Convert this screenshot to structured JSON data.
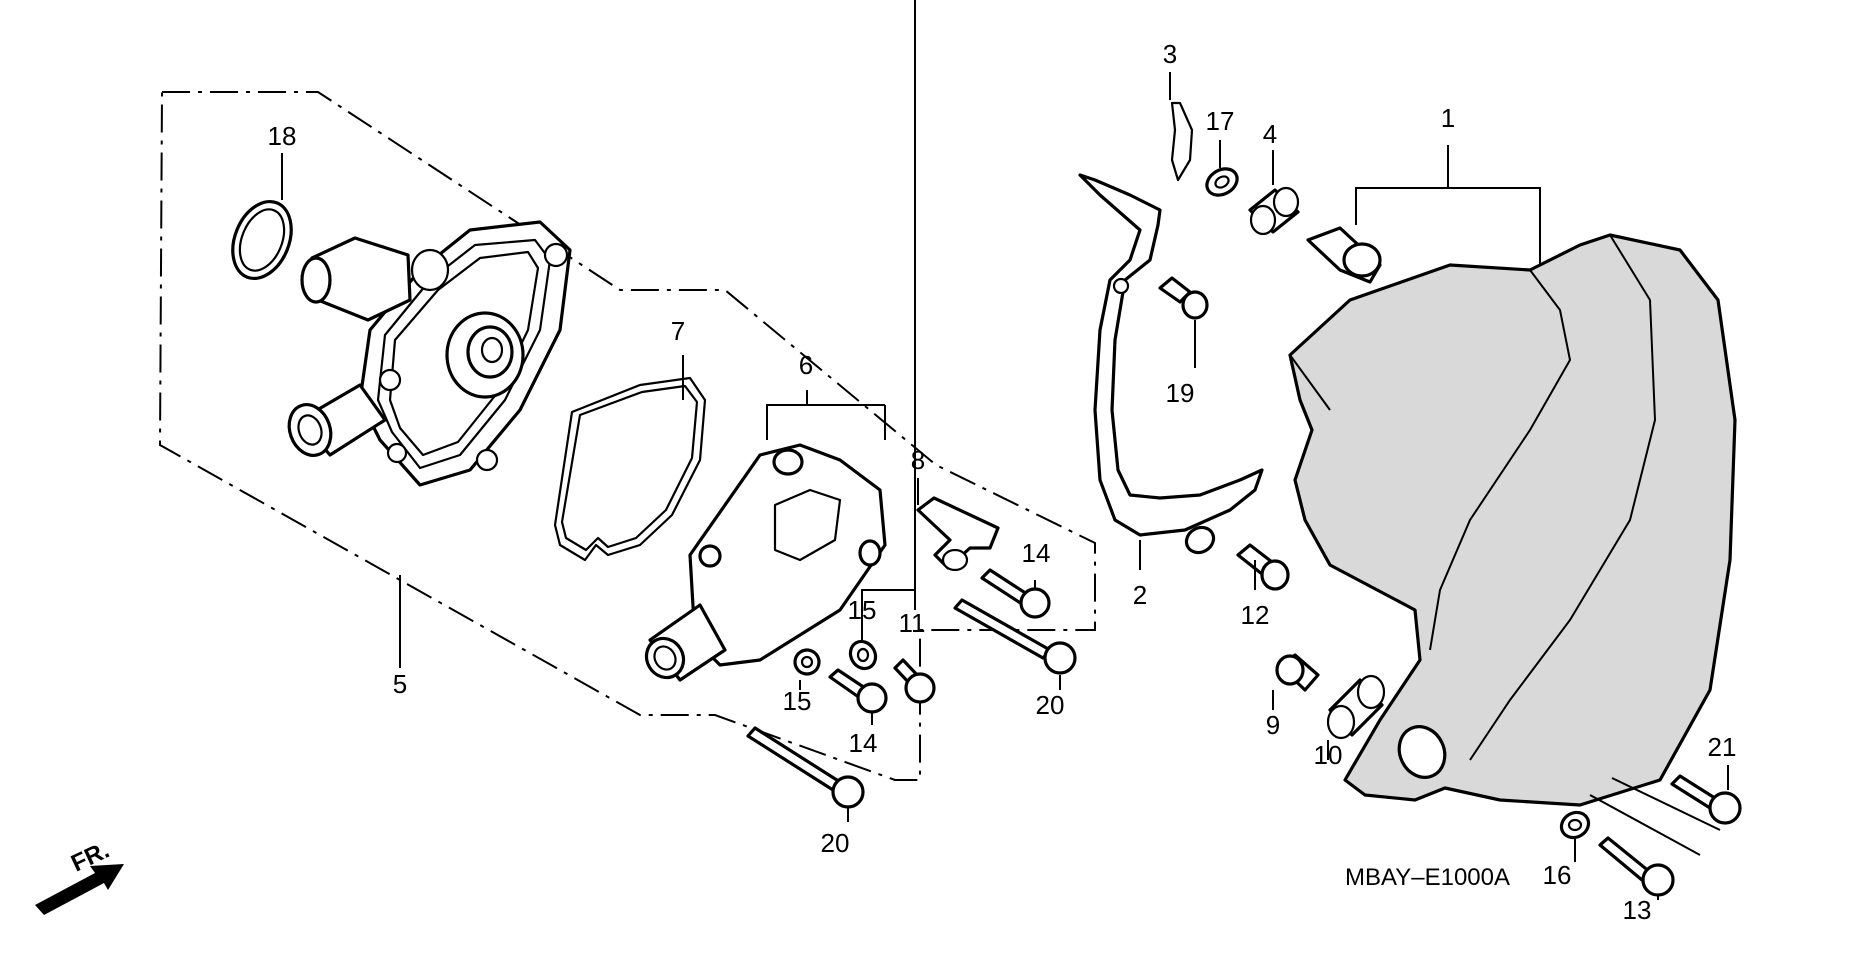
{
  "parts": {
    "p1": "1",
    "p2": "2",
    "p3": "3",
    "p4": "4",
    "p5": "5",
    "p6": "6",
    "p7": "7",
    "p8": "8",
    "p9": "9",
    "p10": "10",
    "p11": "11",
    "p12": "12",
    "p13": "13",
    "p14a": "14",
    "p14b": "14",
    "p15a": "15",
    "p15b": "15",
    "p16": "16",
    "p17": "17",
    "p18": "18",
    "p19": "19",
    "p20a": "20",
    "p20b": "20",
    "p21": "21"
  },
  "diagram_code": "MBAY–E1000A",
  "front_marker": "FR."
}
